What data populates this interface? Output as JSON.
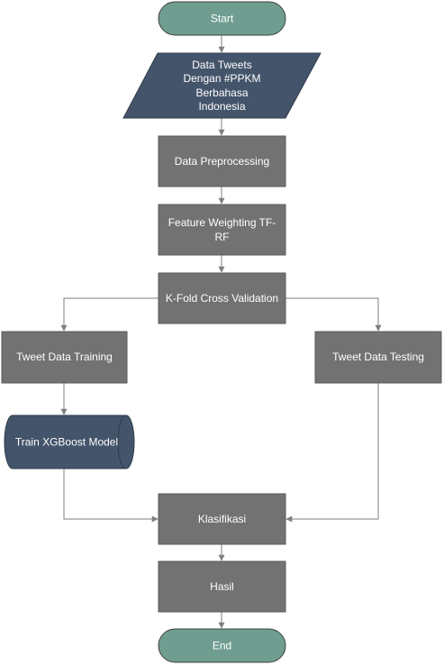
{
  "flowchart": {
    "nodes": {
      "start": {
        "label": "Start"
      },
      "input": {
        "lines": [
          "Data Tweets",
          "Dengan #PPKM",
          "Berbahasa",
          "Indonesia"
        ]
      },
      "preprocessing": {
        "label": "Data Preprocessing"
      },
      "weighting": {
        "lines": [
          "Feature Weighting TF-",
          "RF"
        ]
      },
      "kfold": {
        "label": "K-Fold Cross Validation"
      },
      "training": {
        "label": "Tweet Data Training"
      },
      "testing": {
        "label": "Tweet Data Testing"
      },
      "model": {
        "label": "Train XGBoost Model"
      },
      "klasifikasi": {
        "label": "Klasifikasi"
      },
      "hasil": {
        "label": "Hasil"
      },
      "end": {
        "label": "End"
      }
    },
    "colors": {
      "terminator": "#6f9e91",
      "process": "#727272",
      "data": "#44546a",
      "connector": "#7f7f7f"
    }
  }
}
